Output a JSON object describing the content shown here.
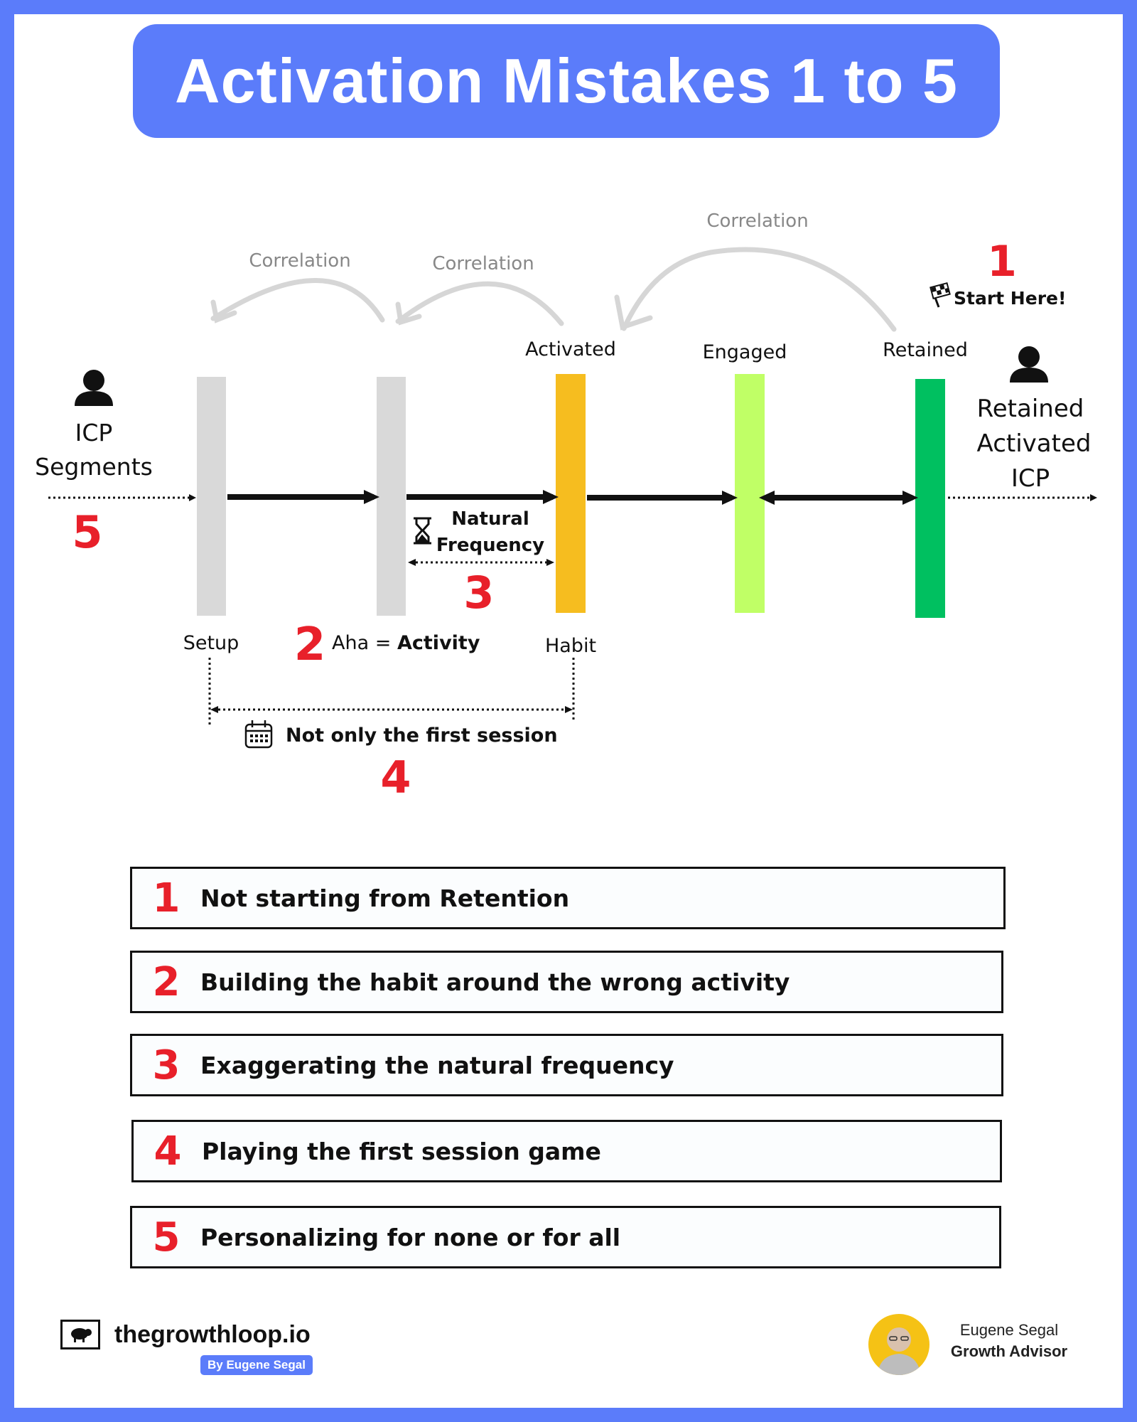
{
  "title": "Activation Mistakes 1 to 5",
  "diagram": {
    "correlation_label": "Correlation",
    "stages": {
      "activated": "Activated",
      "engaged": "Engaged",
      "retained": "Retained"
    },
    "start_here": "Start Here!",
    "icp_segments_line1": "ICP",
    "icp_segments_line2": "Segments",
    "retained_icp_line1": "Retained",
    "retained_icp_line2": "Activated",
    "retained_icp_line3": "ICP",
    "natural_line1": "Natural",
    "natural_line2": "Frequency",
    "setup": "Setup",
    "habit": "Habit",
    "aha": "Aha =",
    "activity": "Activity",
    "first_session": "Not only the first session",
    "markers": {
      "m1": "1",
      "m2": "2",
      "m3": "3",
      "m4": "4",
      "m5": "5"
    },
    "colors": {
      "bar_gray": "#d9d9d9",
      "bar_yellow": "#f6bd1f",
      "bar_lime": "#c0ff66",
      "bar_green": "#00c060",
      "accent_red": "#e8202a",
      "brand_blue": "#5b7cfa"
    }
  },
  "mistakes": [
    {
      "num": "1",
      "text": "Not starting from Retention"
    },
    {
      "num": "2",
      "text": "Building the habit around the wrong activity"
    },
    {
      "num": "3",
      "text": "Exaggerating the natural frequency"
    },
    {
      "num": "4",
      "text": "Playing the first session game"
    },
    {
      "num": "5",
      "text": "Personalizing for none or for all"
    }
  ],
  "footer": {
    "brand": "thegrowthloop.io",
    "tag": "By Eugene Segal",
    "author_name": "Eugene Segal",
    "author_role": "Growth Advisor"
  }
}
